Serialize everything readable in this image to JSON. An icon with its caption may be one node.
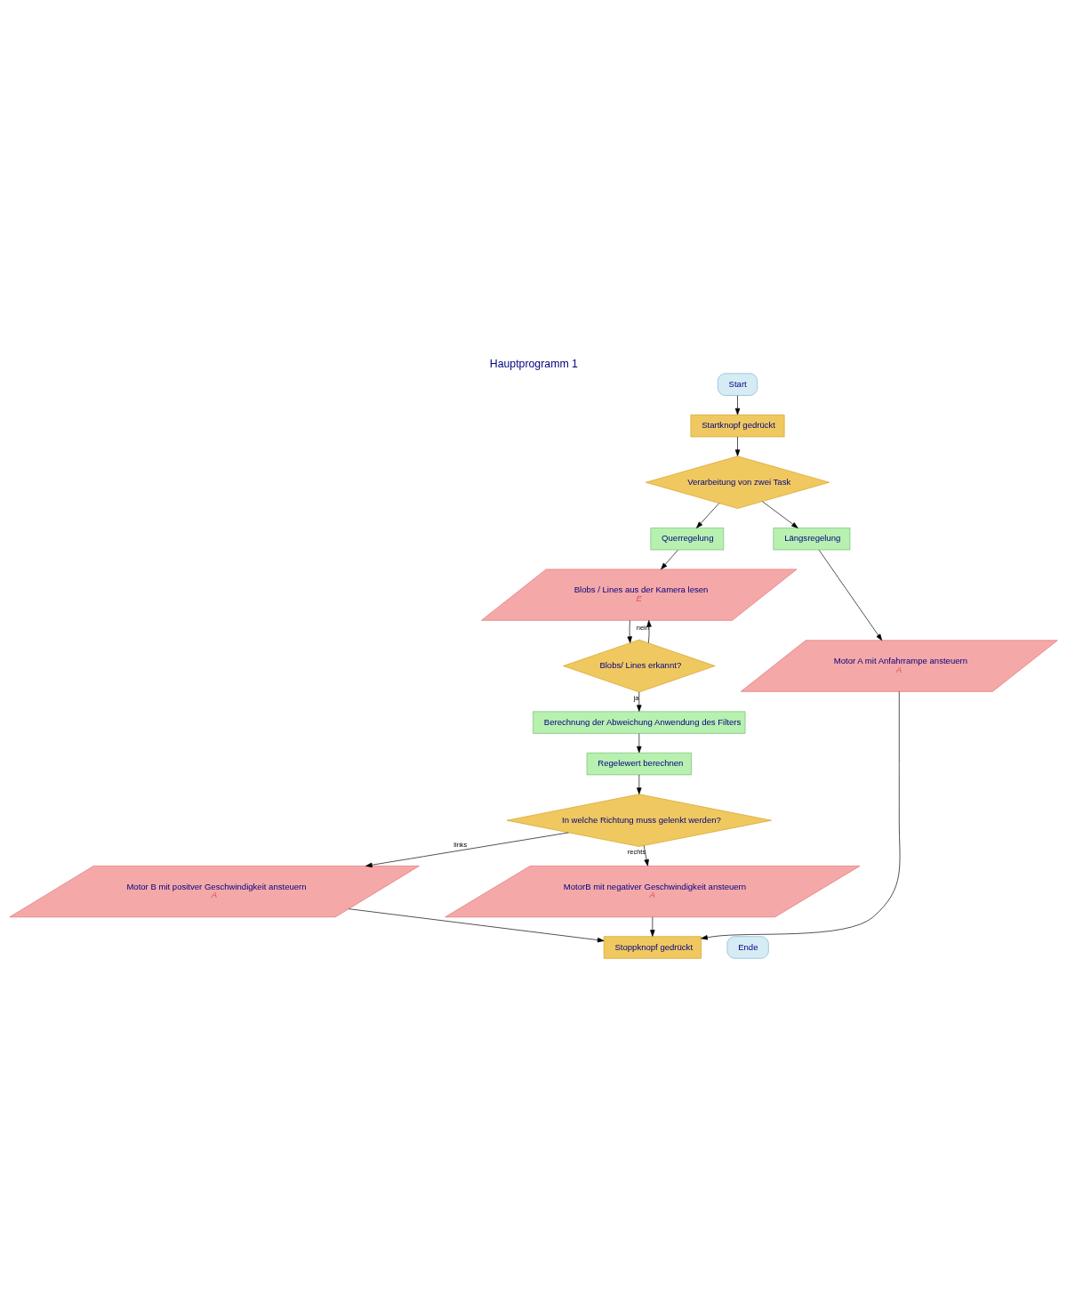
{
  "diagram": {
    "title": "Hauptprogramm 1",
    "nodes": [
      {
        "text": [
          "Start"
        ]
      },
      {
        "text": [
          "Startknopf gedrückt"
        ]
      },
      {
        "text": [
          "Verarbeitung von zwei Task"
        ]
      },
      {
        "text": [
          "Querregelung"
        ]
      },
      {
        "text": [
          "Längsregelung"
        ]
      },
      {
        "text": [
          "Blobs / Lines aus der Kamera lesen",
          "E"
        ]
      },
      {
        "text": [
          "Motor A mit Anfahrrampe ansteuern",
          "A"
        ]
      },
      {
        "text": [
          "Blobs/ Lines erkannt?"
        ]
      },
      {
        "text": [
          "Berechnung der Abweichung Anwendung des Filters"
        ]
      },
      {
        "text": [
          "Regelewert berechnen"
        ]
      },
      {
        "text": [
          "In welche Richtung muss gelenkt werden?"
        ]
      },
      {
        "text": [
          "Motor B mit positver Geschwindigkeit ansteuern",
          "A"
        ]
      },
      {
        "text": [
          "MotorB mit negativer Geschwindigkeit ansteuern",
          "A"
        ]
      },
      {
        "text": [
          "Stoppknopf gedrückt"
        ]
      },
      {
        "text": [
          "Ende"
        ]
      }
    ],
    "edges": [
      {
        "from": 0,
        "to": 1,
        "arrow": "to"
      },
      {
        "from": 1,
        "to": 2,
        "arrow": "to"
      },
      {
        "from": 2,
        "to": 3,
        "arrow": "to"
      },
      {
        "from": 2,
        "to": 4,
        "arrow": "to"
      },
      {
        "from": 3,
        "to": 5,
        "arrow": "to"
      },
      {
        "from": 7,
        "to": 5,
        "arrow": "to",
        "label": "nein"
      },
      {
        "from": 5,
        "to": 7,
        "arrow": "to"
      },
      {
        "from": 7,
        "to": 8,
        "arrow": "to",
        "label": "ja"
      },
      {
        "from": 8,
        "to": 9,
        "arrow": "to"
      },
      {
        "from": 9,
        "to": 10,
        "arrow": "to"
      },
      {
        "from": 10,
        "to": 11,
        "arrow": "to",
        "label": "links"
      },
      {
        "from": 10,
        "to": 12,
        "arrow": "to",
        "label": "rechts"
      },
      {
        "from": 4,
        "to": 6,
        "arrow": "to"
      },
      {
        "from": 11,
        "to": 13,
        "arrow": "to"
      },
      {
        "from": 12,
        "to": 13,
        "arrow": "to"
      },
      {
        "from": 6,
        "to": 13,
        "arrow": "to"
      }
    ]
  }
}
